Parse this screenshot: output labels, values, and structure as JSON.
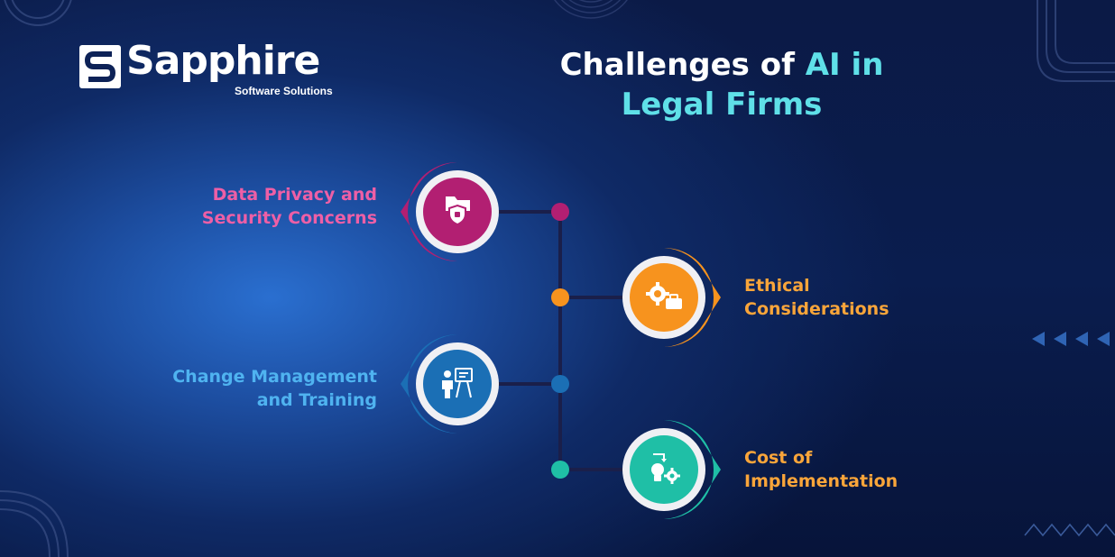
{
  "brand": {
    "name": "Sapphire",
    "tagline": "Software Solutions"
  },
  "title": {
    "prefix": "Challenges of ",
    "highlight": "AI in",
    "line2": "Legal Firms"
  },
  "colors": {
    "title_accent": "#5fe0e8",
    "item1": "#b21f72",
    "item2": "#f7931e",
    "item3": "#1b6fb5",
    "item4": "#1fbfa6",
    "connector": "#1a1f4a"
  },
  "items": [
    {
      "line1": "Data Privacy and",
      "line2": "Security Concerns",
      "icon": "secure-folder-icon",
      "label_color": "#ee5fa6"
    },
    {
      "line1": "Ethical",
      "line2": "Considerations",
      "icon": "gear-briefcase-icon",
      "label_color": "#f9a53a"
    },
    {
      "line1": "Change Management",
      "line2": "and Training",
      "icon": "presenter-board-icon",
      "label_color": "#4fb3f0"
    },
    {
      "line1": "Cost of",
      "line2": "Implementation",
      "icon": "lightbulb-gear-icon",
      "label_color": "#f9a53a"
    }
  ]
}
